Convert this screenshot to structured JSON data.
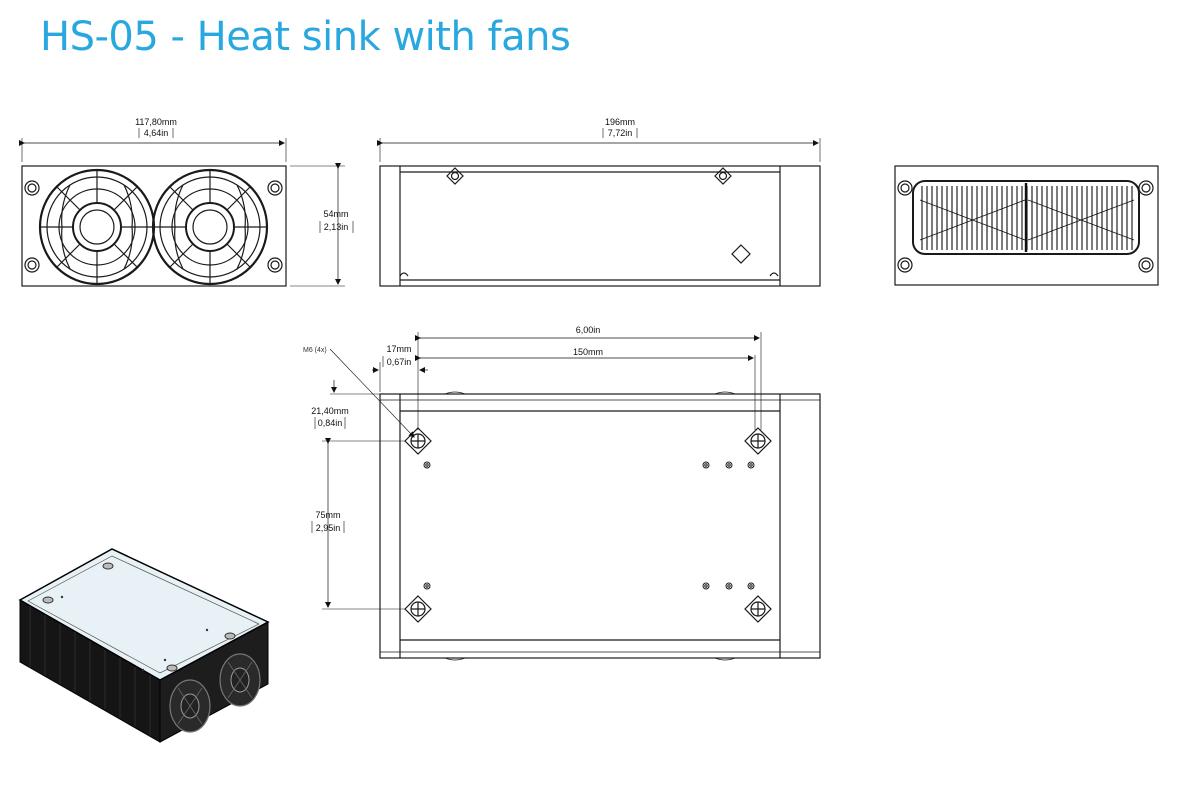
{
  "title": "HS-05 - Heat sink with fans",
  "dimensions": {
    "front_width_mm": "117,80mm",
    "front_width_in": "4,64in",
    "front_height_mm": "54mm",
    "front_height_in": "2,13in",
    "side_length_mm": "196mm",
    "side_length_in": "7,72in",
    "hole_span_in": "6,00in",
    "hole_span_mm": "150mm",
    "hole_offset_mm": "17mm",
    "hole_offset_in": "0,67in",
    "hole_label": "M6 (4x)",
    "hole_top_mm": "21,40mm",
    "hole_top_in": "0,84in",
    "hole_pitch_mm": "75mm",
    "hole_pitch_in": "2,95in"
  },
  "colors": {
    "title": "#29a8e0",
    "line": "#1a1a1a",
    "body_dark": "#151515",
    "top_face": "#e8f1f5"
  }
}
